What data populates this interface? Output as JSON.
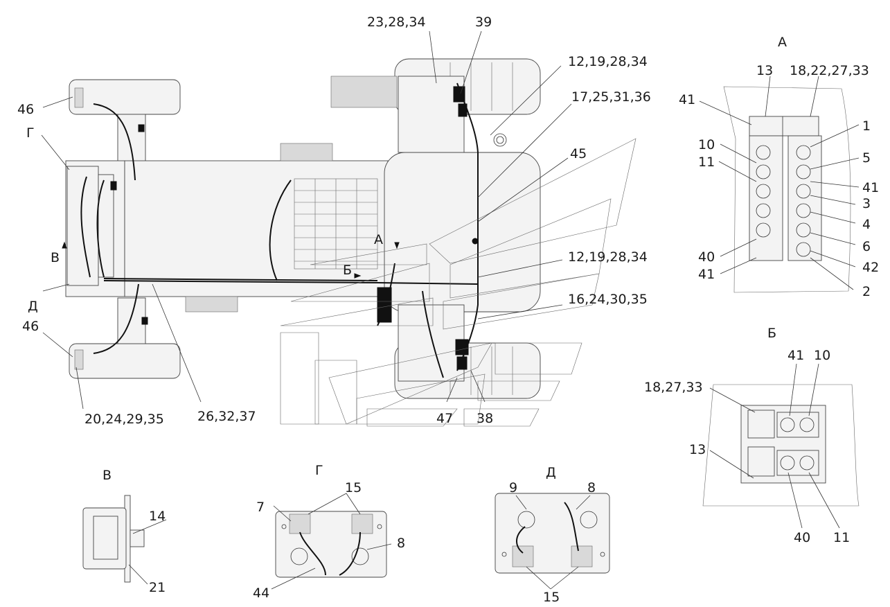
{
  "callouts": {
    "c_23_28_34": "23,28,34",
    "c_39": "39",
    "c_12_19_28_34_top": "12,19,28,34",
    "c_17_25_31_36": "17,25,31,36",
    "c_45": "45",
    "c_46_top": "46",
    "c_G_main": "Г",
    "c_V_main": "В",
    "c_D_main": "Д",
    "c_46_bottom": "46",
    "c_A_main": "А",
    "c_B_main": "Б",
    "c_12_19_28_34_mid": "12,19,28,34",
    "c_16_24_30_35": "16,24,30,35",
    "c_20_24_29_35": "20,24,29,35",
    "c_26_32_37": "26,32,37",
    "c_47": "47",
    "c_38": "38"
  },
  "view_A": {
    "title": "А",
    "labels": {
      "l13": "13",
      "l18_22_27_33": "18,22,27,33",
      "l41_top": "41",
      "l1": "1",
      "l10": "10",
      "l11": "11",
      "l5": "5",
      "l41_right": "41",
      "l3": "3",
      "l4": "4",
      "l6": "6",
      "l40": "40",
      "l42": "42",
      "l41_bottom": "41",
      "l2": "2"
    }
  },
  "view_B": {
    "title": "Б",
    "labels": {
      "l41": "41",
      "l10": "10",
      "l18_27_33": "18,27,33",
      "l13": "13",
      "l40": "40",
      "l11": "11"
    }
  },
  "view_V": {
    "title": "В",
    "labels": {
      "l14": "14",
      "l21": "21"
    }
  },
  "view_G": {
    "title": "Г",
    "labels": {
      "l15": "15",
      "l7": "7",
      "l8": "8",
      "l44": "44"
    }
  },
  "view_D": {
    "title": "Д",
    "labels": {
      "l9": "9",
      "l8": "8",
      "l15": "15"
    }
  }
}
